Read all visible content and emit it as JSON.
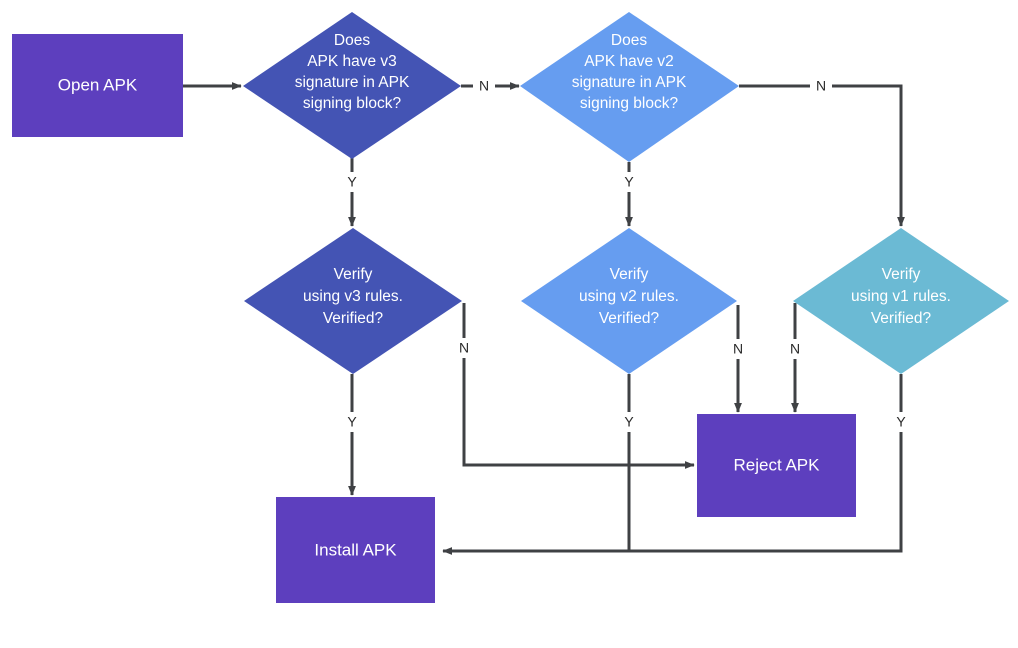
{
  "diagram": {
    "title": "APK signature verification flowchart",
    "type": "flowchart",
    "background": "#ffffff",
    "edge_color": "#3f4144"
  },
  "colors": {
    "purple": "#5d3fbe",
    "dark_blue": "#4454b4",
    "light_blue": "#669df0",
    "teal": "#6bbad4",
    "arrow": "#3f4144",
    "node_text": "#ffffff",
    "edge_text": "#2b2b2b"
  },
  "nodes": {
    "open_apk": {
      "label": "Open APK",
      "shape": "rectangle",
      "color": "#5d3fbe"
    },
    "has_v3": {
      "shape": "diamond",
      "color": "#4454b4",
      "lines": [
        "Does",
        "APK have v3",
        "signature in APK",
        "signing block?"
      ]
    },
    "has_v2": {
      "shape": "diamond",
      "color": "#669df0",
      "lines": [
        "Does",
        "APK have v2",
        "signature in APK",
        "signing block?"
      ]
    },
    "verify_v3": {
      "shape": "diamond",
      "color": "#4454b4",
      "lines": [
        "Verify",
        "using v3 rules.",
        "Verified?"
      ]
    },
    "verify_v2": {
      "shape": "diamond",
      "color": "#669df0",
      "lines": [
        "Verify",
        "using v2 rules.",
        "Verified?"
      ]
    },
    "verify_v1": {
      "shape": "diamond",
      "color": "#6bbad4",
      "lines": [
        "Verify",
        "using v1 rules.",
        "Verified?"
      ]
    },
    "reject_apk": {
      "label": "Reject APK",
      "shape": "rectangle",
      "color": "#5d3fbe"
    },
    "install_apk": {
      "label": "Install APK",
      "shape": "rectangle",
      "color": "#5d3fbe"
    }
  },
  "edge_labels": {
    "has_v3_no": "N",
    "has_v3_yes": "Y",
    "has_v2_no": "N",
    "has_v2_yes": "Y",
    "verify_v3_no": "N",
    "verify_v3_yes": "Y",
    "verify_v2_no": "N",
    "verify_v2_yes": "Y",
    "verify_v1_no": "N",
    "verify_v1_yes": "Y"
  }
}
